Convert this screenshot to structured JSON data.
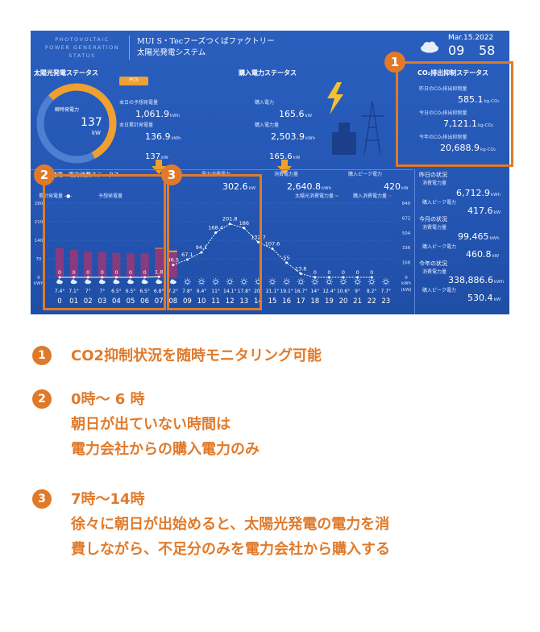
{
  "header": {
    "brand_en_1": "PHOTOVOLTAIC",
    "brand_en_2": "POWER GENERATION",
    "brand_en_3": "STATUS",
    "title_1": "MUI S・Tecフーズつくばファクトリー",
    "title_2": "太陽光発電システム",
    "date": "Mar.15.2022",
    "hour": "09",
    "minute": "58"
  },
  "solar_status": {
    "title": "太陽光発電ステータス",
    "pcs_label": "PCS",
    "instant_label": "瞬時発電力",
    "instant_value": "137",
    "instant_unit": "kW",
    "forecast_label": "本日の予想発電量",
    "forecast_value": "1,061.9",
    "forecast_unit": "kWh",
    "cumulative_label": "本日累計発電量",
    "cumulative_value": "136.9",
    "cumulative_unit": "kWh",
    "arrow_value": "137",
    "arrow_unit": "kW",
    "gauge_fraction": 0.55
  },
  "purchase_status": {
    "title": "購入電力ステータス",
    "power_label": "購入電力",
    "power_value": "165.6",
    "power_unit": "kW",
    "amount_label": "購入電力量",
    "amount_value": "2,503.9",
    "amount_unit": "kWh",
    "arrow_value": "165.6",
    "arrow_unit": "kW"
  },
  "co2_status": {
    "title": "CO₂排出抑制ステータス",
    "yesterday_label": "昨日のCO₂排出抑制量",
    "yesterday_value": "585.1",
    "today_label": "今日のCO₂排出抑制量",
    "today_value": "7,121.1",
    "year_label": "今年のCO₂排出抑制量",
    "year_value": "20,688.9",
    "unit": "kg-CO₂"
  },
  "middle": {
    "left_title": "発電・電力消費ステータス",
    "center_label": "電力消費電力",
    "center_value": "302.6",
    "center_unit": "kW",
    "consumption_label": "消費電力量",
    "consumption_value": "2,640.8",
    "consumption_unit": "kWh",
    "peak_label": "購入ピーク電力",
    "peak_value": "420",
    "peak_unit": "kW"
  },
  "legend": {
    "gen_amount": "累計発電量",
    "forecast_amount": "予想発電量",
    "solar_consumed": "太陽光消費電力量",
    "purchase_consumed": "購入消費電力量"
  },
  "side_stats": {
    "yesterday_title": "昨日の状況",
    "yesterday_consumption_label": "消費電力量",
    "yesterday_consumption_value": "6,712.9",
    "yesterday_consumption_unit": "kWh",
    "yesterday_peak_label": "購入ピーク電力",
    "yesterday_peak_value": "417.6",
    "yesterday_peak_unit": "kW",
    "month_title": "今月の状況",
    "month_consumption_label": "消費電力量",
    "month_consumption_value": "99,465",
    "month_consumption_unit": "kWh",
    "month_peak_label": "購入ピーク電力",
    "month_peak_value": "460.8",
    "month_peak_unit": "kW",
    "year_title": "今年の状況",
    "year_consumption_label": "消費電力量",
    "year_consumption_value": "338,886.6",
    "year_consumption_unit": "kWh",
    "year_peak_label": "購入ピーク電力",
    "year_peak_value": "530.4",
    "year_peak_unit": "kW"
  },
  "chart_data": {
    "type": "bar",
    "left_axis_ticks": [
      "280",
      "210",
      "140",
      "70",
      "0"
    ],
    "left_axis_unit": "kWh",
    "right_axis_ticks": [
      "840",
      "672",
      "504",
      "336",
      "168",
      "0"
    ],
    "right_axis_units": [
      "kWh",
      "(kW)"
    ],
    "hours": [
      "00",
      "01",
      "02",
      "03",
      "04",
      "05",
      "06",
      "07",
      "08",
      "09",
      "10",
      "11",
      "12",
      "13",
      "14",
      "15",
      "16",
      "17",
      "18",
      "19",
      "20",
      "21",
      "22",
      "23"
    ],
    "hour_labels": [
      "0",
      "01",
      "02",
      "03",
      "04",
      "05",
      "06",
      "07",
      "08",
      "09",
      "10",
      "11",
      "12",
      "13",
      "14",
      "15",
      "16",
      "17",
      "18",
      "19",
      "20",
      "21",
      "22",
      "23"
    ],
    "temperatures": [
      "7.4°",
      "7.1°",
      "7°",
      "7°",
      "6.5°",
      "6.5°",
      "6.5°",
      "6.8°",
      "7.2°",
      "7.8°",
      "9.4°",
      "11°",
      "14.1°",
      "17.8°",
      "20°",
      "21.1°",
      "19.1°",
      "16.7°",
      "14°",
      "12.4°",
      "10.6°",
      "9°",
      "8.2°",
      "7.7°"
    ],
    "weather_icons": [
      "cloud",
      "cloud",
      "cloud",
      "cloud",
      "cloud",
      "cloud",
      "cloud",
      "cloud",
      "cloud",
      "sun",
      "sun",
      "sun",
      "sun",
      "sun",
      "sun",
      "sun",
      "sun",
      "sun",
      "sun",
      "sun",
      "sun",
      "sun",
      "sun",
      "sun"
    ],
    "purchase_bars": [
      110,
      103,
      98,
      95,
      92,
      90,
      92,
      108,
      95,
      0,
      0,
      0,
      0,
      0,
      0,
      0,
      0,
      0,
      0,
      0,
      0,
      0,
      0,
      0
    ],
    "solar_bars": [
      0,
      0,
      0,
      0,
      0,
      0,
      0,
      3,
      6,
      0,
      0,
      0,
      0,
      0,
      0,
      0,
      0,
      0,
      0,
      0,
      0,
      0,
      0,
      0
    ],
    "gen_line": [
      0,
      0,
      0,
      0,
      0,
      0,
      0,
      1.8,
      null,
      null,
      null,
      null,
      null,
      null,
      null,
      null,
      null,
      null,
      null,
      null,
      null,
      null,
      null,
      null
    ],
    "gen_line_labels": [
      "0",
      "0",
      "0",
      "0",
      "0",
      "0",
      "0",
      "1.8",
      "",
      "",
      "",
      "",
      "",
      "",
      "",
      "",
      "",
      "",
      "",
      "",
      "",
      "",
      "",
      ""
    ],
    "forecast_line": [
      null,
      null,
      null,
      null,
      null,
      null,
      null,
      null,
      46.5,
      67.1,
      94.1,
      168.4,
      201.8,
      186,
      132.7,
      107.6,
      55,
      13.8,
      0,
      0,
      0,
      0,
      0,
      null
    ],
    "forecast_line_labels": [
      "",
      "",
      "",
      "",
      "",
      "",
      "",
      "",
      "46.5",
      "67.1",
      "94.1",
      "168.4",
      "201.8",
      "186",
      "132.7",
      "107.6",
      "55",
      "13.8",
      "0",
      "0",
      "0",
      "0",
      "0",
      ""
    ],
    "ylim": [
      0,
      280
    ]
  },
  "notes": [
    {
      "num": "1",
      "lines": [
        "CO2抑制状況を随時モニタリング可能"
      ]
    },
    {
      "num": "2",
      "lines": [
        "0時〜 6 時",
        "朝日が出ていない時間は",
        "電力会社からの購入電力のみ"
      ]
    },
    {
      "num": "3",
      "lines": [
        "7時〜14時",
        "徐々に朝日が出始めると、太陽光発電の電力を消",
        "費しながら、不足分のみを電力会社から購入する"
      ]
    }
  ],
  "colors": {
    "accent": "#e07a2a",
    "dashboard_bg": "#2456b3",
    "bar_purchase": "#8a3a7e",
    "bar_solar": "#f2a23a",
    "line": "#ffffff"
  }
}
